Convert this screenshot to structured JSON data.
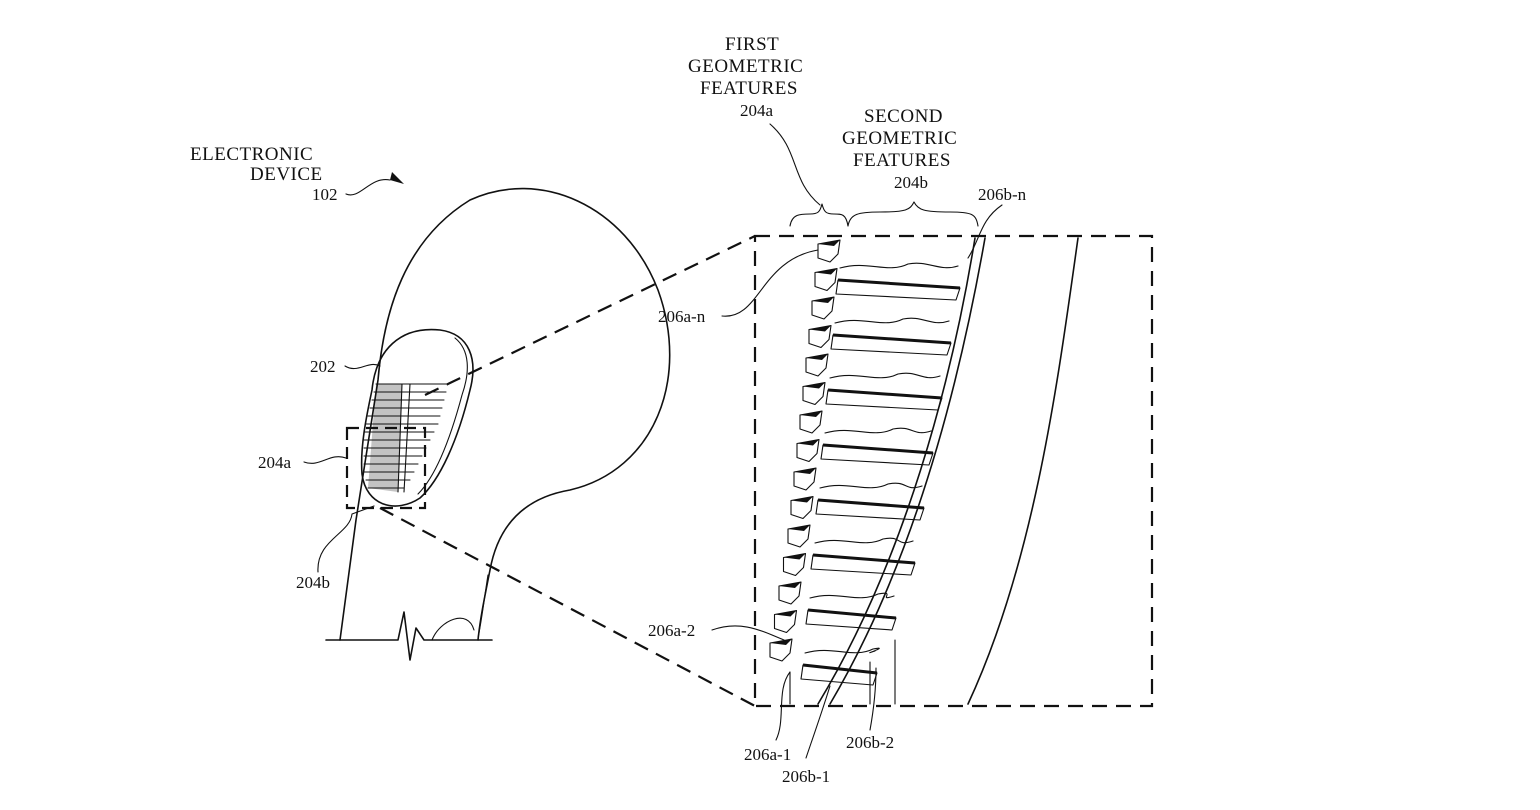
{
  "labels": {
    "electronic_device": [
      "ELECTRONIC",
      "DEVICE"
    ],
    "ref_102": "102",
    "ref_202": "202",
    "ref_204a_left": "204a",
    "ref_204b_left": "204b",
    "first_features": [
      "FIRST",
      "GEOMETRIC",
      "FEATURES"
    ],
    "ref_204a_top": "204a",
    "second_features": [
      "SECOND",
      "GEOMETRIC",
      "FEATURES"
    ],
    "ref_204b_top": "204b",
    "ref_206b_n": "206b-n",
    "ref_206a_n": "206a-n",
    "ref_206a_2": "206a-2",
    "ref_206a_1": "206a-1",
    "ref_206b_1": "206b-1",
    "ref_206b_2": "206b-2"
  }
}
